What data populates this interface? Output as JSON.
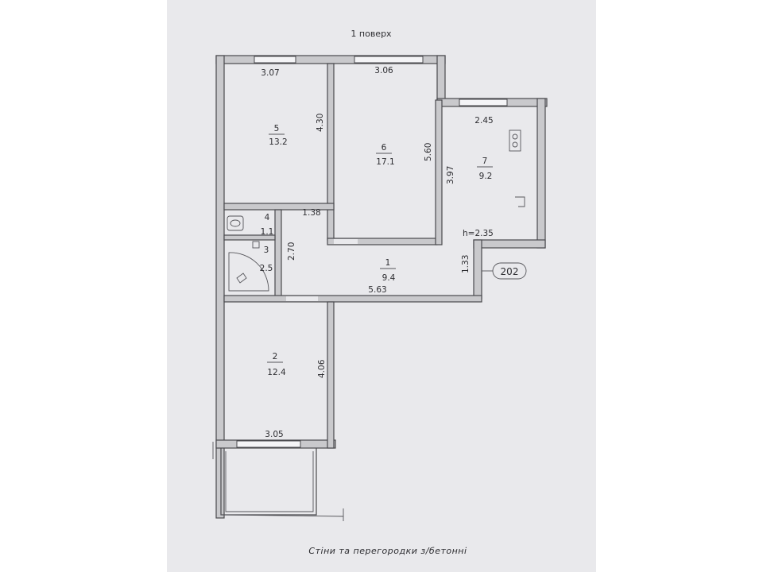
{
  "floor_label": "1 поверх",
  "footer_note": "Стіни та перегородки з/бетонні",
  "apartment_number": "202",
  "rooms": [
    {
      "number": "1",
      "area": "9.4"
    },
    {
      "number": "2",
      "area": "12.4"
    },
    {
      "number": "3",
      "area": "2.5"
    },
    {
      "number": "4",
      "area": "1.1"
    },
    {
      "number": "5",
      "area": "13.2"
    },
    {
      "number": "6",
      "area": "17.1"
    },
    {
      "number": "7",
      "area": "9.2"
    }
  ],
  "dimensions": {
    "room5_width": "3.07",
    "room5_depth": "4.30",
    "room6_width": "3.06",
    "room6_depth": "5.60",
    "room7_width": "2.45",
    "room7_depth": "3.97",
    "ceiling_height": "h=2.35",
    "room4_width": "1.38",
    "room3_depth": "2.70",
    "hall_width": "5.63",
    "hall_depth": "1.33",
    "room2_depth": "4.06",
    "room2_width": "3.05"
  }
}
